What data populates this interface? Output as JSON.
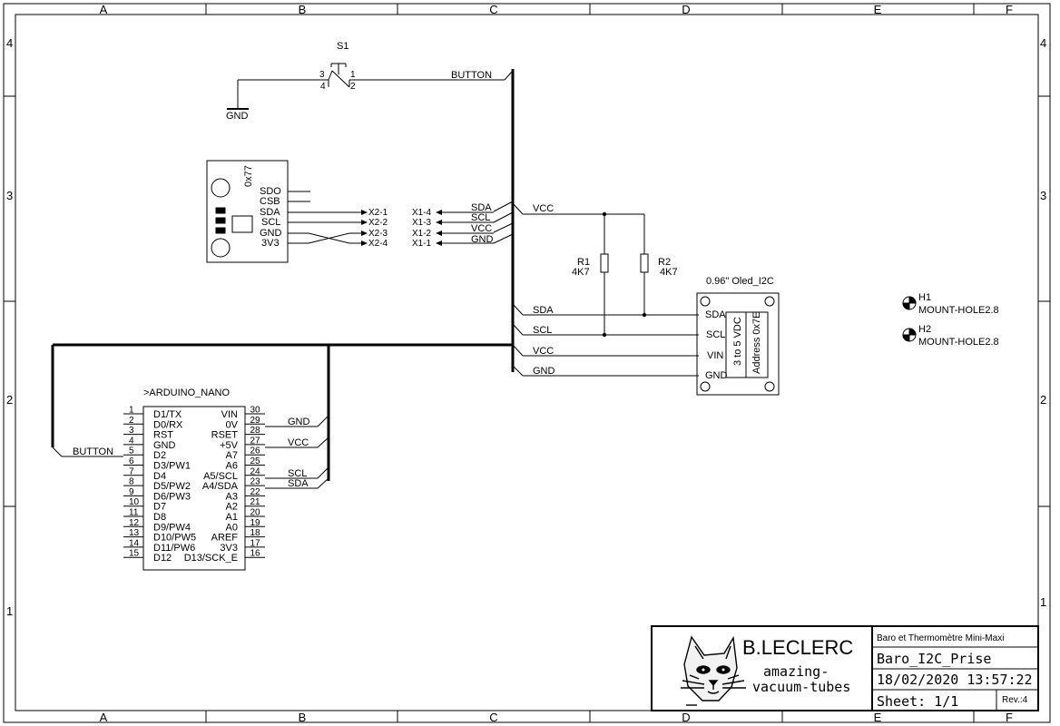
{
  "frame": {
    "cols": [
      "A",
      "B",
      "C",
      "D",
      "E",
      "F"
    ],
    "rows": [
      "4",
      "3",
      "2",
      "1"
    ]
  },
  "switch": {
    "ref": "S1",
    "pins": [
      "3",
      "1",
      "4",
      "2"
    ]
  },
  "nets": {
    "button": "BUTTON",
    "gnd": "GND",
    "vcc": "VCC",
    "sda": "SDA",
    "scl": "SCL"
  },
  "sensor": {
    "address": "0x77",
    "pins": [
      "SDO",
      "CSB",
      "SDA",
      "SCL",
      "GND",
      "3V3"
    ]
  },
  "connector_x2": [
    "X2-1",
    "X2-2",
    "X2-3",
    "X2-4"
  ],
  "connector_x1": [
    "X1-4",
    "X1-3",
    "X1-2",
    "X1-1"
  ],
  "x1_nets": [
    "SDA",
    "SCL",
    "VCC",
    "GND"
  ],
  "resistors": [
    {
      "ref": "R1",
      "value": "4K7"
    },
    {
      "ref": "R2",
      "value": "4K7"
    }
  ],
  "oled": {
    "title": "0.96\" Oled_I2C",
    "pins": [
      "SDA",
      "SCL",
      "VIN",
      "GND"
    ],
    "note1": "3 to 5 VDC",
    "note2": "Address 0x7E"
  },
  "holes": [
    {
      "ref": "H1",
      "value": "MOUNT-HOLE2.8"
    },
    {
      "ref": "H2",
      "value": "MOUNT-HOLE2.8"
    }
  ],
  "arduino": {
    "title": ">ARDUINO_NANO",
    "left_nums": [
      "1",
      "2",
      "3",
      "4",
      "5",
      "6",
      "7",
      "8",
      "9",
      "10",
      "11",
      "12",
      "13",
      "14",
      "15"
    ],
    "left_names": [
      "D1/TX",
      "D0/RX",
      "RST",
      "GND",
      "D2",
      "D3/PW1",
      "D4",
      "D5/PW2",
      "D6/PW3",
      "D7",
      "D8",
      "D9/PW4",
      "D10/PW5",
      "D11/PW6",
      "D12"
    ],
    "right_nums": [
      "30",
      "29",
      "28",
      "27",
      "26",
      "25",
      "24",
      "23",
      "22",
      "21",
      "20",
      "19",
      "18",
      "17",
      "16"
    ],
    "right_names": [
      "VIN",
      "0V",
      "RSET",
      "+5V",
      "A7",
      "A6",
      "A5/SCL",
      "A4/SDA",
      "A3",
      "A2",
      "A1",
      "A0",
      "AREF",
      "3V3",
      "D13/SCK_E"
    ]
  },
  "title_block": {
    "author": "B.LECLERC",
    "tagline1": "amazing-",
    "tagline2": "vacuum-tubes",
    "project": "Baro et Thermomètre Mini-Maxi",
    "name": "Baro_I2C_Prise",
    "date": "18/02/2020 13:57:22",
    "sheet": "Sheet: 1/1",
    "rev": "Rev.:4"
  }
}
